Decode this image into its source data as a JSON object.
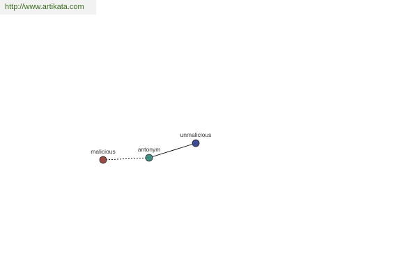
{
  "banner": {
    "url_text": "http://www.artikata.com",
    "url_color": "#3c6e1e"
  },
  "graph": {
    "nodes": [
      {
        "id": "malicious",
        "label": "malicious",
        "color": "#9b4a45"
      },
      {
        "id": "antonym",
        "label": "antonym",
        "color": "#3e8e86"
      },
      {
        "id": "unmalicious",
        "label": "unmalicious",
        "color": "#3e4a94"
      }
    ],
    "edges": [
      {
        "from": "malicious",
        "to": "antonym",
        "style": "dashed"
      },
      {
        "from": "antonym",
        "to": "unmalicious",
        "style": "solid"
      }
    ]
  }
}
